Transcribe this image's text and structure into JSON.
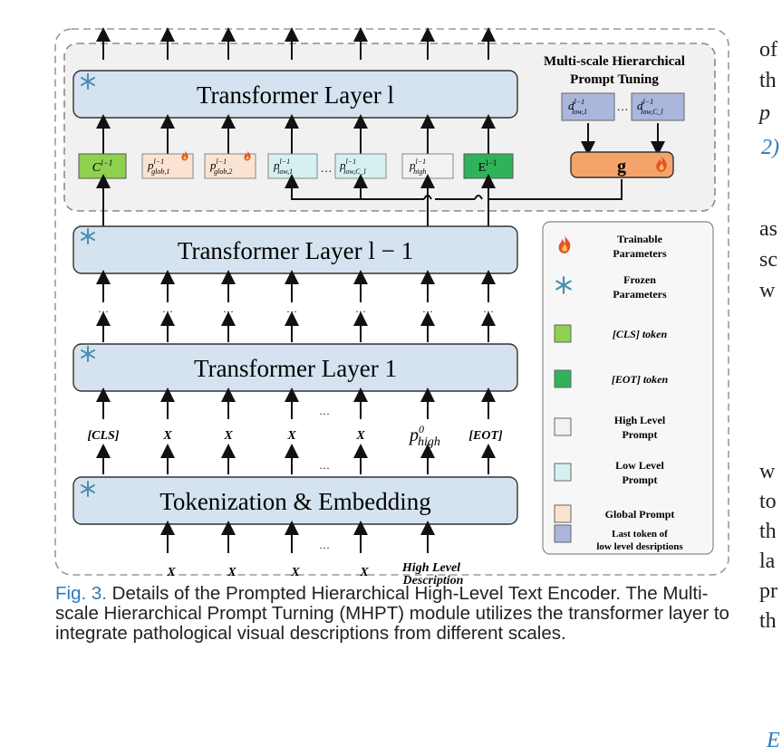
{
  "diagram": {
    "mhpt_title_line1": "Multi-scale Hierarchical",
    "mhpt_title_line2": "Prompt Tuning",
    "layer_l": "Transformer Layer l",
    "layer_l_minus_1": "Transformer Layer l − 1",
    "layer_1": "Transformer Layer 1",
    "embedding": "Tokenization & Embedding",
    "g_label": "g",
    "ellipsis": "…",
    "tokens_top": [
      {
        "base": "C",
        "sup": "l−1",
        "sub": ""
      },
      {
        "base": "p",
        "sup": "l−1",
        "sub": "glob,1"
      },
      {
        "base": "p",
        "sup": "l−1",
        "sub": "glob,2"
      },
      {
        "base": "p",
        "sup": "l−1",
        "sub": "low,1"
      },
      {
        "base": "p",
        "sup": "l−1",
        "sub": "low,C_l"
      },
      {
        "base": "p",
        "sup": "l−1",
        "sub": "high"
      },
      {
        "base": "E",
        "sup": "l−1",
        "sub": ""
      }
    ],
    "desc_tokens": [
      {
        "base": "d",
        "sup": "l−1",
        "sub": "low,1"
      },
      {
        "base": "d",
        "sup": "l−1",
        "sub": "low,C_l"
      }
    ],
    "input_row": [
      "[CLS]",
      "X",
      "X",
      "X",
      "X",
      "p",
      "[EOT]"
    ],
    "p_high_sup": "0",
    "p_high_sub": "high",
    "bottom_inputs": [
      "X",
      "X",
      "X",
      "X"
    ],
    "bottom_desc_line1": "High Level",
    "bottom_desc_line2": "Description",
    "legend": [
      {
        "line1": "Trainable",
        "line2": "Parameters",
        "kind": "fire"
      },
      {
        "line1": "Frozen",
        "line2": "Parameters",
        "kind": "snow"
      },
      {
        "line1": "[CLS] token",
        "line2": "",
        "kind": "#8fd14f"
      },
      {
        "line1": "[EOT] token",
        "line2": "",
        "kind": "#2fb35a"
      },
      {
        "line1": "High Level",
        "line2": "Prompt",
        "kind": "#f2f2f2"
      },
      {
        "line1": "Low Level",
        "line2": "Prompt",
        "kind": "#d4f1f0"
      },
      {
        "line1": "Global Prompt",
        "line2": "",
        "kind": "#fbe3d2"
      },
      {
        "line1": "Last token of",
        "line2": "low level desriptions",
        "kind": "#aab6dc"
      }
    ]
  },
  "caption": {
    "fig_number": "Fig. 3.",
    "text": "Details of the Prompted Hierarchical High-Level Text Encoder. The Multi-scale Hierarchical Prompt Turning (MHPT) module utilizes the transformer layer to integrate pathological visual descriptions from different scales."
  },
  "side_text": [
    "of",
    "th",
    "p",
    "2)",
    "as",
    "sc",
    "w",
    "w",
    "to",
    "th",
    "la",
    "pr",
    "th",
    "E"
  ]
}
